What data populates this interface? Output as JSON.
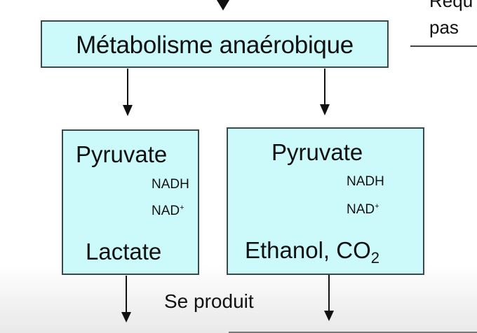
{
  "diagram": {
    "main_box": {
      "label": "Métabolisme anaérobique"
    },
    "side_note": {
      "line1": "Requ",
      "line2": "pas"
    },
    "lactic_branch": {
      "substrate": "Pyruvate",
      "cofactor_in": "NADH",
      "cofactor_out": "NAD",
      "cofactor_out_charge": "+",
      "product": "Lactate"
    },
    "alcoholic_branch": {
      "substrate": "Pyruvate",
      "cofactor_in": "NADH",
      "cofactor_out": "NAD",
      "cofactor_out_charge": "+",
      "product_main": "Ethanol, CO",
      "product_subscript": "2"
    },
    "bottom_label": "Se produit",
    "colors": {
      "box_fill": "#ccfafa",
      "box_border": "#3a4a4a",
      "arrow": "#111111"
    }
  }
}
